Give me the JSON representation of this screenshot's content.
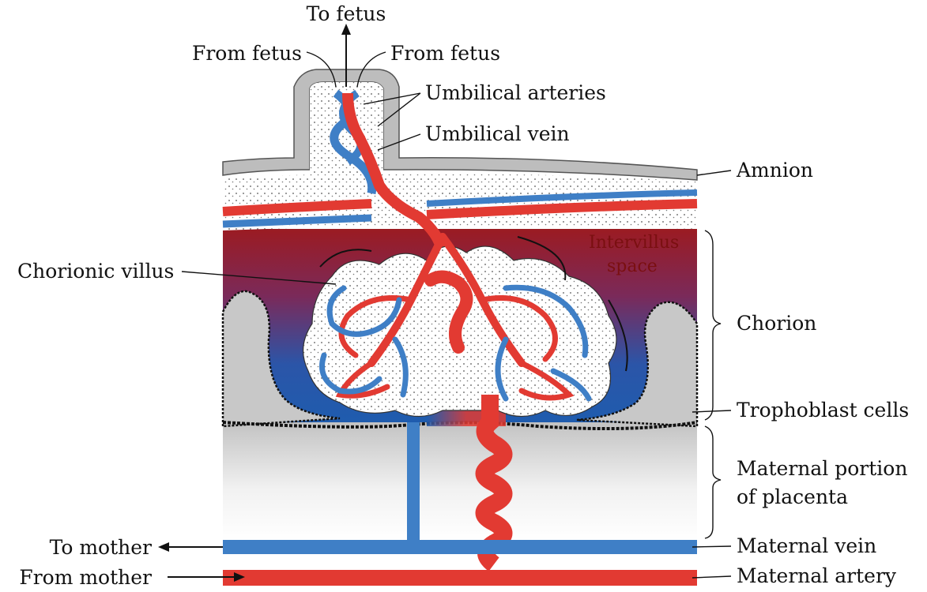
{
  "labels": {
    "to_fetus": "To fetus",
    "from_fetus_left": "From fetus",
    "from_fetus_right": "From fetus",
    "umbilical_arteries": "Umbilical arteries",
    "umbilical_vein": "Umbilical vein",
    "amnion": "Amnion",
    "intervillus_line1": "Intervillus",
    "intervillus_line2": "space",
    "chorionic_villus": "Chorionic villus",
    "chorion": "Chorion",
    "trophoblast_cells": "Trophoblast cells",
    "maternal_portion_line1": "Maternal portion",
    "maternal_portion_line2": "of placenta",
    "to_mother": "To mother",
    "from_mother": "From mother",
    "maternal_vein": "Maternal vein",
    "maternal_artery": "Maternal artery"
  },
  "colors": {
    "artery_red": "#e23a32",
    "vein_blue": "#3f7fc6",
    "deep_blue": "#1f5cae",
    "dark_red": "#9b1b22",
    "amnion_gray": "#bdbdbd",
    "tissue_gray": "#c8c8c8"
  }
}
